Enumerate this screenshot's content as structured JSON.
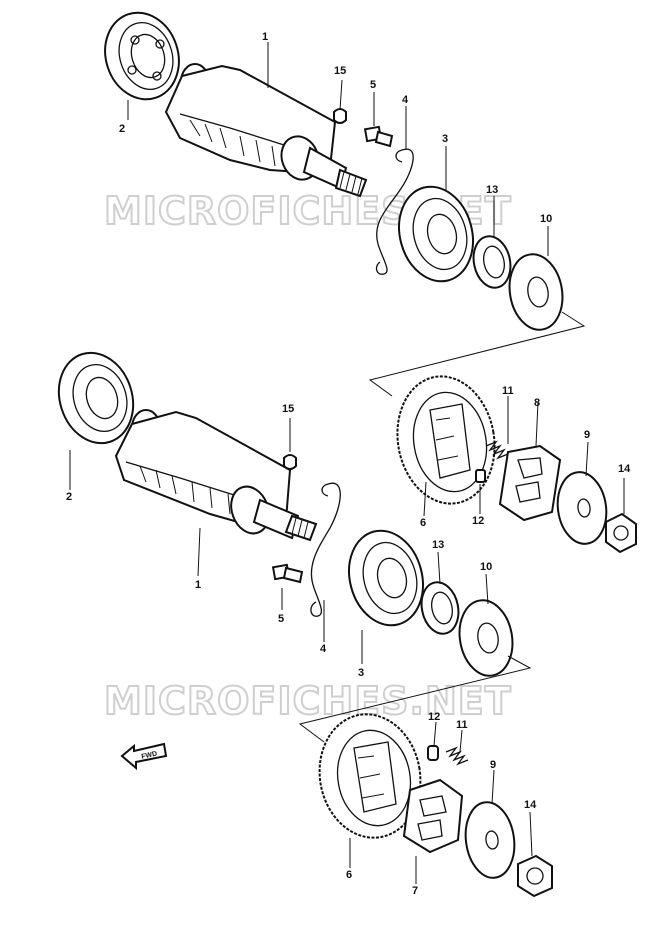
{
  "watermark": "MICROFICHES.NET",
  "fwd_label": "FWD",
  "callouts": {
    "upper": {
      "p1": "1",
      "p2": "2",
      "p3": "3",
      "p4": "4",
      "p5": "5",
      "p10": "10",
      "p13": "13",
      "p15": "15"
    },
    "middle": {
      "p1": "1",
      "p2": "2",
      "p3": "3",
      "p4": "4",
      "p5": "5",
      "p6": "6",
      "p8": "8",
      "p9": "9",
      "p10": "10",
      "p11": "11",
      "p12": "12",
      "p13": "13",
      "p14": "14",
      "p15": "15"
    },
    "lower": {
      "p6": "6",
      "p7": "7",
      "p9": "9",
      "p11": "11",
      "p12": "12",
      "p14": "14"
    }
  }
}
